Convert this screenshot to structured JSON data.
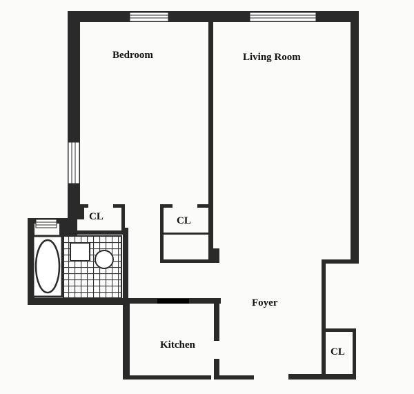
{
  "floor_plan": {
    "rooms": {
      "bedroom": "Bedroom",
      "living_room": "Living Room",
      "bedroom_closet": "CL",
      "hall_closet": "CL",
      "foyer": "Foyer",
      "kitchen": "Kitchen",
      "foyer_closet": "CL"
    },
    "colors": {
      "wall": "#2a2a2a",
      "paper": "#fbfbfa",
      "window": "#ffffff",
      "tile": "#333333"
    }
  }
}
